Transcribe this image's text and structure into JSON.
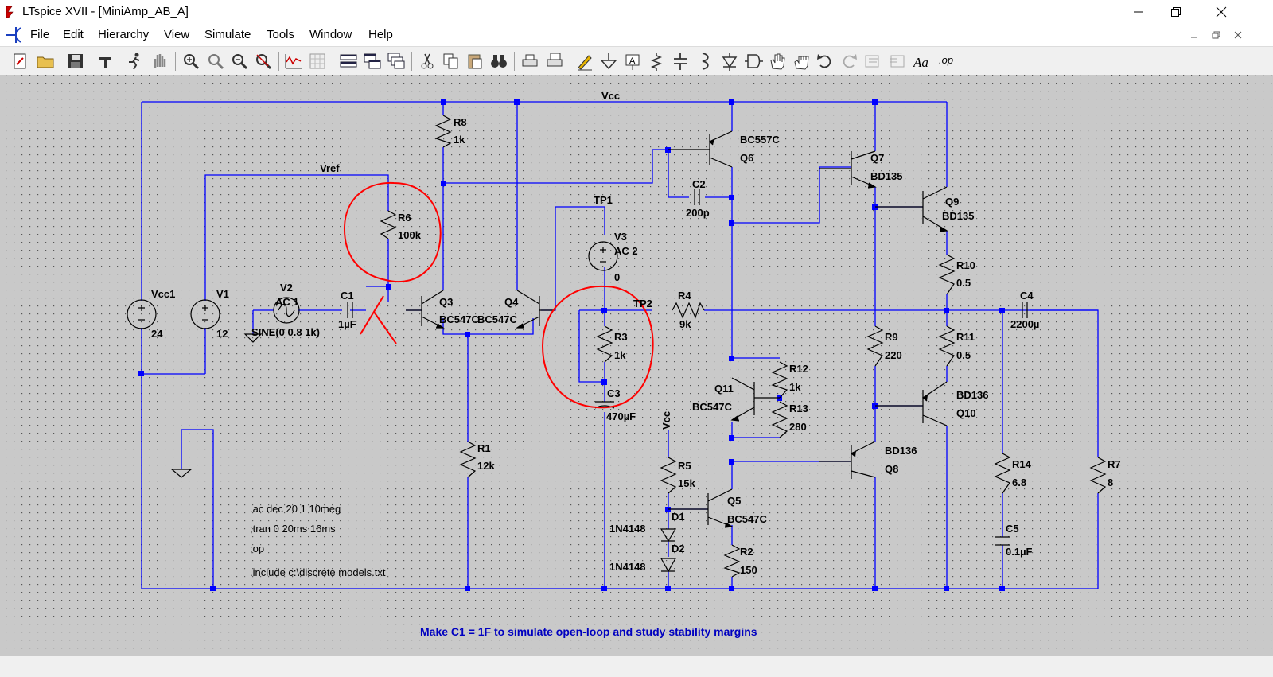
{
  "window": {
    "title": "LTspice XVII - [MiniAmp_AB_A]"
  },
  "menu": [
    "File",
    "Edit",
    "Hierarchy",
    "View",
    "Simulate",
    "Tools",
    "Window",
    "Help"
  ],
  "toolbar": {
    "op_label": ".op"
  },
  "nets": {
    "vcc": "Vcc",
    "vref": "Vref",
    "vcc2": "Vcc",
    "tp1": "TP1",
    "tp2": "TP2"
  },
  "components": {
    "vcc1": {
      "name": "Vcc1",
      "value": "24"
    },
    "v1": {
      "name": "V1",
      "value": "12"
    },
    "v2": {
      "name": "V2",
      "value": "AC 1",
      "extra": "SINE(0 0.8 1k)"
    },
    "c1": {
      "name": "C1",
      "value": "1µF"
    },
    "r8": {
      "name": "R8",
      "value": "1k"
    },
    "r6": {
      "name": "R6",
      "value": "100k"
    },
    "q3": {
      "name": "Q3",
      "value": "BC547C"
    },
    "q4": {
      "name": "Q4",
      "value": "BC547C"
    },
    "r1": {
      "name": "R1",
      "value": "12k"
    },
    "v3": {
      "name": "V3",
      "value": "AC 2",
      "extra": "0"
    },
    "r3": {
      "name": "R3",
      "value": "1k"
    },
    "c3": {
      "name": "C3",
      "value": "470µF"
    },
    "r4": {
      "name": "R4",
      "value": "9k"
    },
    "q6": {
      "name": "Q6",
      "value": "BC557C"
    },
    "c2": {
      "name": "C2",
      "value": "200p"
    },
    "q7": {
      "name": "Q7",
      "value": "BD135"
    },
    "q9": {
      "name": "Q9",
      "value": "BD135"
    },
    "r10": {
      "name": "R10",
      "value": "0.5"
    },
    "r11": {
      "name": "R11",
      "value": "0.5"
    },
    "c4": {
      "name": "C4",
      "value": "2200µ"
    },
    "r9": {
      "name": "R9",
      "value": "220"
    },
    "r12": {
      "name": "R12",
      "value": "1k"
    },
    "r13": {
      "name": "R13",
      "value": "280"
    },
    "q11": {
      "name": "Q11",
      "value": "BC547C"
    },
    "q10": {
      "name": "Q10",
      "value": "BD136"
    },
    "q8": {
      "name": "Q8",
      "value": "BD136"
    },
    "r5": {
      "name": "R5",
      "value": "15k"
    },
    "q5": {
      "name": "Q5",
      "value": "BC547C"
    },
    "d1": {
      "name": "D1",
      "value": "1N4148"
    },
    "d2": {
      "name": "D2",
      "value": "1N4148"
    },
    "r2": {
      "name": "R2",
      "value": "150"
    },
    "r14": {
      "name": "R14",
      "value": "6.8"
    },
    "c5": {
      "name": "C5",
      "value": "0.1µF"
    },
    "r7": {
      "name": "R7",
      "value": "8"
    }
  },
  "directives": [
    ".ac dec 20 1 10meg",
    ";tran 0 20ms 16ms",
    ";op",
    ".include c:\\discrete models.txt"
  ],
  "note": "Make C1 = 1F to simulate open-loop and study stability margins",
  "colors": {
    "wire": "#0000ff",
    "component": "#000000",
    "annotation": "#ff0000",
    "grid_bg": "#c9c9c9",
    "note": "#0000c0"
  }
}
